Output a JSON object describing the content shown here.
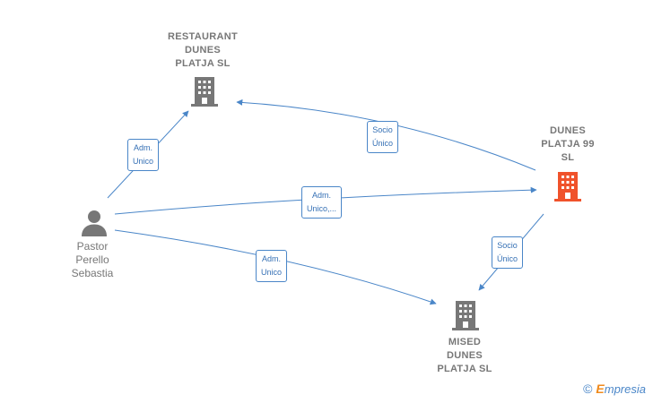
{
  "nodes": {
    "restaurant": {
      "lines": [
        "RESTAURANT",
        "DUNES",
        "PLATJA  SL"
      ],
      "kind": "company",
      "color": "#777777"
    },
    "dunes99": {
      "lines": [
        "DUNES",
        "PLATJA 99",
        "SL"
      ],
      "kind": "company",
      "color": "#f0522b",
      "focus": true
    },
    "mised": {
      "lines": [
        "MISED",
        "DUNES",
        "PLATJA  SL"
      ],
      "kind": "company",
      "color": "#777777"
    },
    "pastor": {
      "lines": [
        "Pastor",
        "Perello",
        "Sebastia"
      ],
      "kind": "person",
      "color": "#777777"
    }
  },
  "edges": [
    {
      "id": "pastor-restaurant",
      "from": "pastor",
      "to": "restaurant",
      "label": [
        "Adm.",
        "Unico"
      ]
    },
    {
      "id": "dunes99-restaurant",
      "from": "dunes99",
      "to": "restaurant",
      "label": [
        "Socio",
        "Único"
      ]
    },
    {
      "id": "pastor-dunes99",
      "from": "pastor",
      "to": "dunes99",
      "label": [
        "Adm.",
        "Unico,..."
      ]
    },
    {
      "id": "pastor-mised",
      "from": "pastor",
      "to": "mised",
      "label": [
        "Adm.",
        "Unico"
      ]
    },
    {
      "id": "dunes99-mised",
      "from": "dunes99",
      "to": "mised",
      "label": [
        "Socio",
        "Único"
      ]
    }
  ],
  "colors": {
    "edge": "#4a86c8",
    "company_default": "#777777",
    "company_focus": "#f0522b",
    "person": "#777777"
  },
  "brand": {
    "copyright_symbol": "©",
    "initial": "E",
    "rest": "mpresia"
  }
}
